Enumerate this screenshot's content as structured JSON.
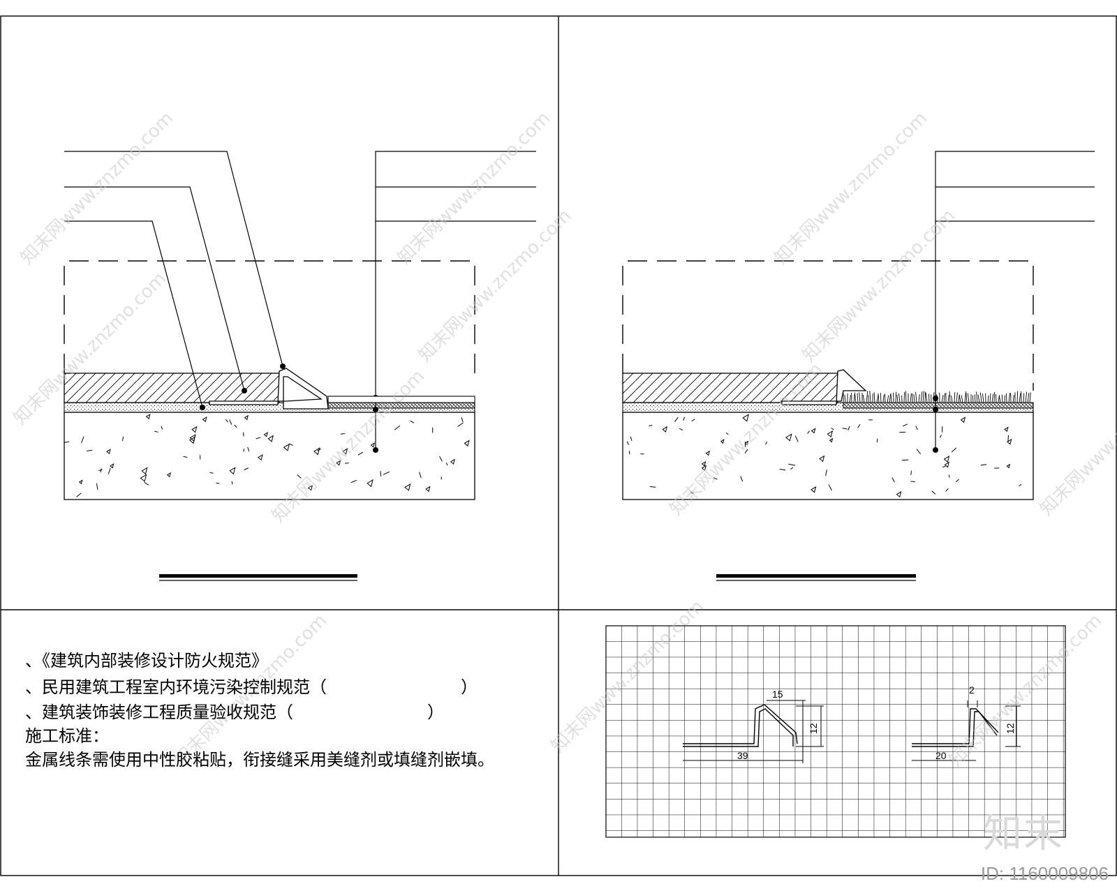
{
  "specs": {
    "line1": "、《建筑内部装修设计防火规范》",
    "line2": "、民用建筑工程室内环境污染控制规范（　　　　　　　　）",
    "line3": "、建筑装饰装修工程质量验收规范（　　　　　　　　）",
    "line4": "施工标准：",
    "line5": "金属线条需使用中性胶粘贴，衔接缝采用美缝剂或填缝剂嵌填。"
  },
  "profile_dims": {
    "left_width_top": "15",
    "left_base": "39",
    "left_height": "12",
    "right_width_top": "2",
    "right_base": "20",
    "right_height": "12"
  },
  "watermark": {
    "id_text": "ID: 1160009806",
    "logo_text": "知末",
    "repeat_text": "知末网www.znzmo.com"
  },
  "colors": {
    "line": "#000000",
    "watermark": "#cccccc"
  }
}
